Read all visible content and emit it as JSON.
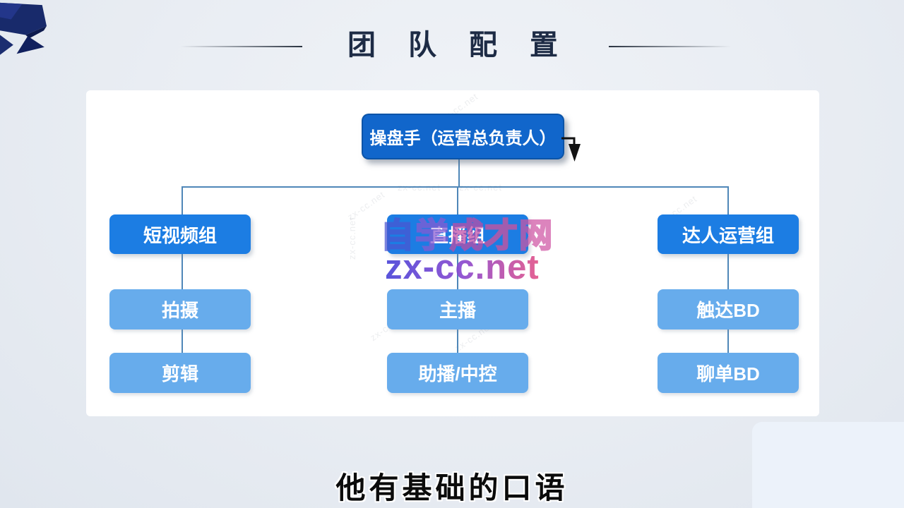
{
  "title": {
    "text": "团队配置"
  },
  "caption": "他有基础的口语",
  "watermark": {
    "brand_text": "自学成才网",
    "brand_colors": [
      "#4a55d2",
      "#8a5ad2",
      "#c04ca6",
      "#d6509a",
      "#cf55a4"
    ],
    "site_text": "zx-cc.net",
    "site_gradient": [
      "#4b46d8",
      "#8a4ad0",
      "#e4558a"
    ],
    "faint_text": "zx-cc.net"
  },
  "org_chart": {
    "root": "操盘手（运营总负责人）",
    "groups": [
      {
        "name": "短视频组",
        "children": [
          "拍摄",
          "剪辑"
        ]
      },
      {
        "name": "直播组",
        "children": [
          "主播",
          "助播/中控"
        ]
      },
      {
        "name": "达人运营组",
        "children": [
          "触达BD",
          "聊单BD"
        ]
      }
    ]
  },
  "colors": {
    "root_box": "#1166cb",
    "group_box": "#1c7de3",
    "sub_box": "#67acec",
    "connector": "#4f87b8"
  }
}
